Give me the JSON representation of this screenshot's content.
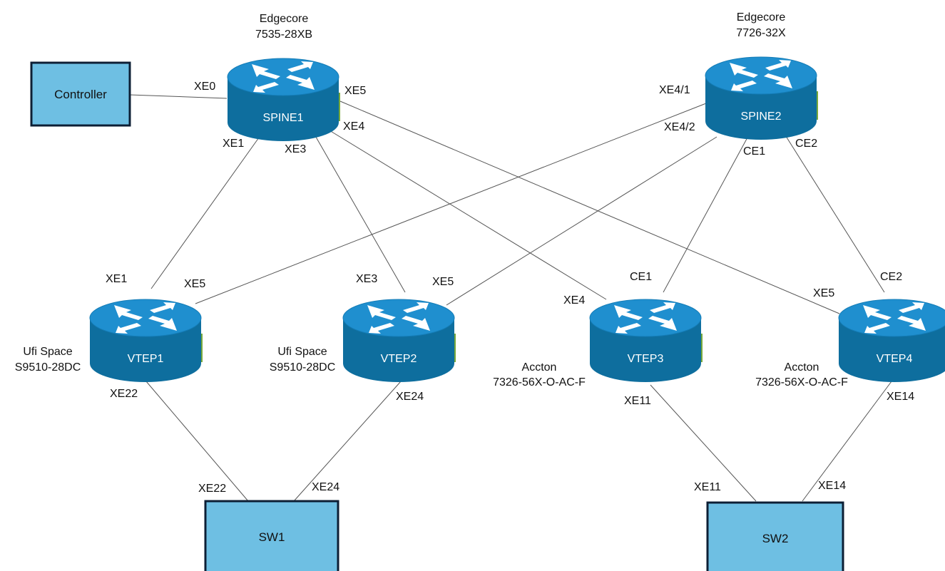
{
  "colors": {
    "router_top": "#1f8fcf",
    "router_body": "#0e6e9e",
    "router_edge": "#0b5d86",
    "box_fill": "#6ebfe3",
    "box_border": "#0d1f35",
    "link": "#555555"
  },
  "icons": {
    "router": "router-icon"
  },
  "devices": {
    "controller": {
      "label": "Controller"
    },
    "spine1": {
      "label": "SPINE1",
      "vendor": "Edgecore",
      "model": "7535-28XB"
    },
    "spine2": {
      "label": "SPINE2",
      "vendor": "Edgecore",
      "model": "7726-32X"
    },
    "vtep1": {
      "label": "VTEP1",
      "vendor": "Ufi Space",
      "model": "S9510-28DC"
    },
    "vtep2": {
      "label": "VTEP2",
      "vendor": "Ufi Space",
      "model": "S9510-28DC"
    },
    "vtep3": {
      "label": "VTEP3",
      "vendor": "Accton",
      "model": "7326-56X-O-AC-F"
    },
    "vtep4": {
      "label": "VTEP4",
      "vendor": "Accton",
      "model": "7326-56X-O-AC-F"
    },
    "sw1": {
      "label": "SW1"
    },
    "sw2": {
      "label": "SW2"
    }
  },
  "ports": {
    "spine1_xe0": "XE0",
    "spine1_xe5": "XE5",
    "spine1_xe4": "XE4",
    "spine1_xe1": "XE1",
    "spine1_xe3": "XE3",
    "spine2_xe4_1": "XE4/1",
    "spine2_xe4_2": "XE4/2",
    "spine2_ce1": "CE1",
    "spine2_ce2": "CE2",
    "vtep1_xe1": "XE1",
    "vtep1_xe5": "XE5",
    "vtep1_xe22": "XE22",
    "vtep2_xe3": "XE3",
    "vtep2_xe5": "XE5",
    "vtep2_xe24": "XE24",
    "vtep3_xe4": "XE4",
    "vtep3_ce1": "CE1",
    "vtep3_xe11": "XE11",
    "vtep4_xe5": "XE5",
    "vtep4_ce2": "CE2",
    "vtep4_xe14": "XE14",
    "sw1_xe22": "XE22",
    "sw1_xe24": "XE24",
    "sw2_xe11": "XE11",
    "sw2_xe14": "XE14"
  }
}
